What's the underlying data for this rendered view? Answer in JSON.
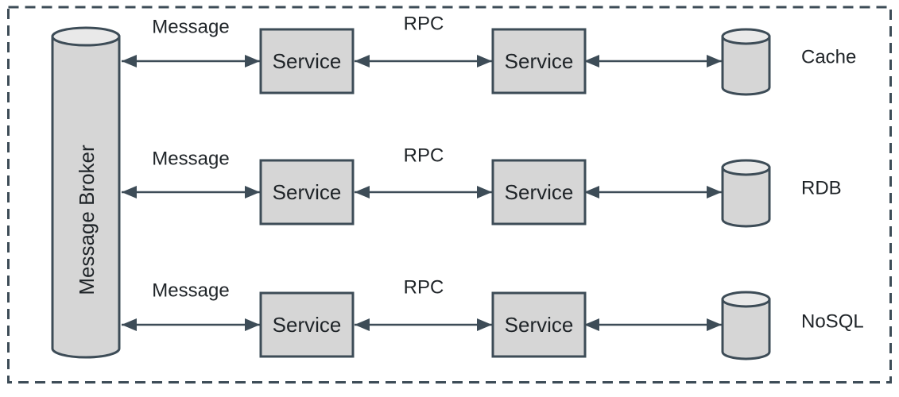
{
  "colors": {
    "stroke": "#3d4c57",
    "node_fill": "#d6d6d6",
    "node_top_fill": "#e9e9e9",
    "text": "#1f2428",
    "canvas": "#ffffff"
  },
  "broker": {
    "label": "Message Broker"
  },
  "rows": [
    {
      "link1_label": "Message",
      "service_a": "Service",
      "link2_label": "RPC",
      "service_b": "Service",
      "datastore": "Cache"
    },
    {
      "link1_label": "Message",
      "service_a": "Service",
      "link2_label": "RPC",
      "service_b": "Service",
      "datastore": "RDB"
    },
    {
      "link1_label": "Message",
      "service_a": "Service",
      "link2_label": "RPC",
      "service_b": "Service",
      "datastore": "NoSQL"
    }
  ]
}
